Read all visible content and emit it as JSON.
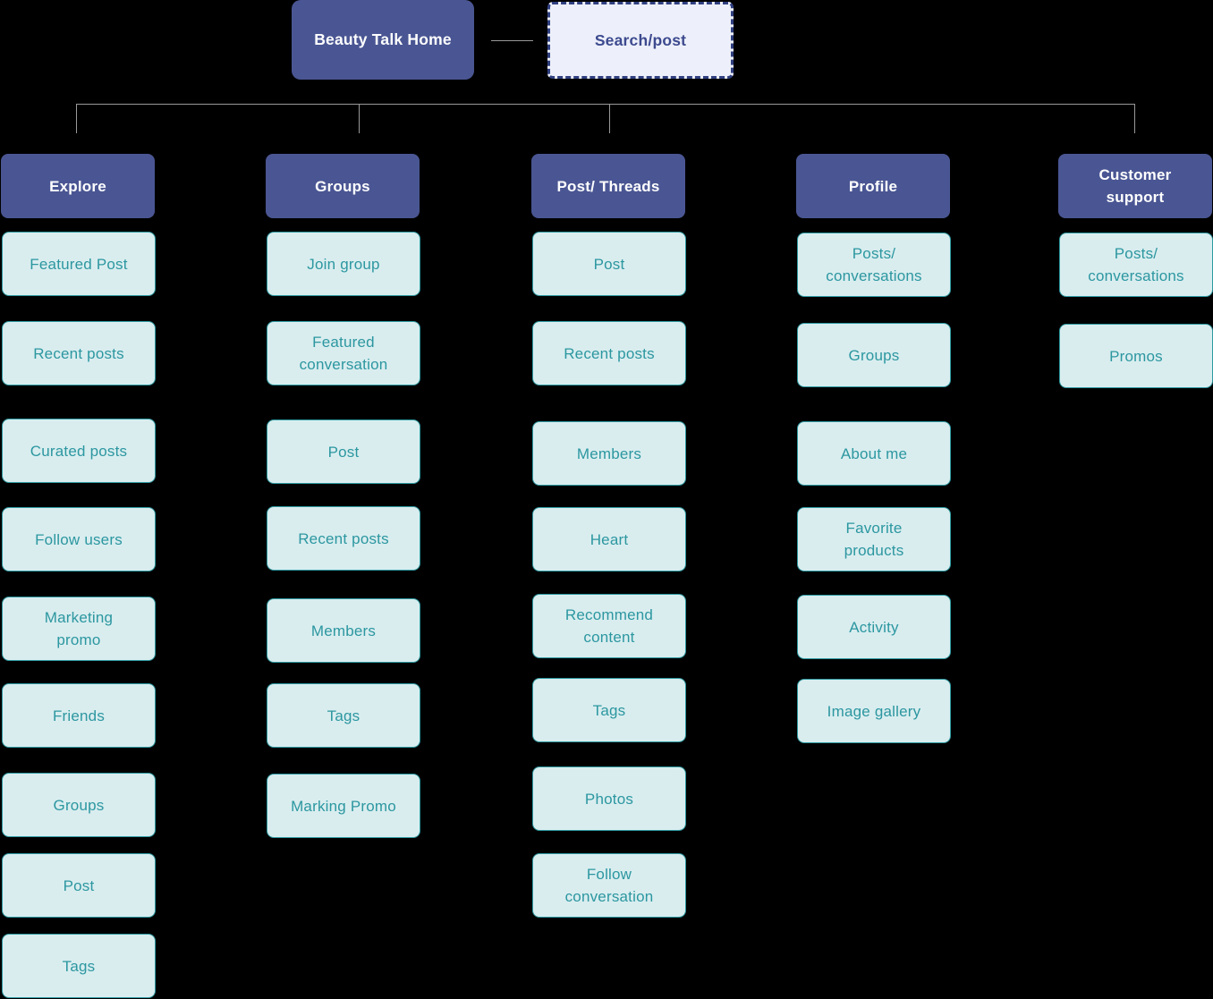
{
  "root": {
    "home_label": "Beauty Talk Home",
    "search_label": "Search/post"
  },
  "columns": [
    {
      "header": "Explore",
      "items": [
        "Featured Post",
        "Recent posts",
        "Curated posts",
        "Follow users",
        "Marketing\npromo",
        "Friends",
        "Groups",
        "Post",
        "Tags"
      ]
    },
    {
      "header": "Groups",
      "items": [
        "Join group",
        "Featured\nconversation",
        "Post",
        "Recent posts",
        "Members",
        "Tags",
        "Marking Promo"
      ]
    },
    {
      "header": "Post/ Threads",
      "items": [
        "Post",
        "Recent posts",
        "Members",
        "Heart",
        "Recommend\ncontent",
        "Tags",
        "Photos",
        "Follow\nconversation"
      ]
    },
    {
      "header": "Profile",
      "items": [
        "Posts/\nconversations",
        "Groups",
        "About me",
        "Favorite\nproducts",
        "Activity",
        "Image gallery"
      ]
    },
    {
      "header": "Customer\nsupport",
      "items": [
        "Posts/\nconversations",
        "Promos"
      ]
    }
  ],
  "colors": {
    "background": "#000000",
    "header_bg": "#4A5693",
    "header_text": "#FFFFFF",
    "item_bg": "#D9EDEF",
    "item_border": "#2E9AA1",
    "item_text": "#2C97A0",
    "search_bg": "#EDF0FA",
    "search_border": "#303F80",
    "search_text": "#3D4A8F",
    "connector_line": "#999999"
  }
}
